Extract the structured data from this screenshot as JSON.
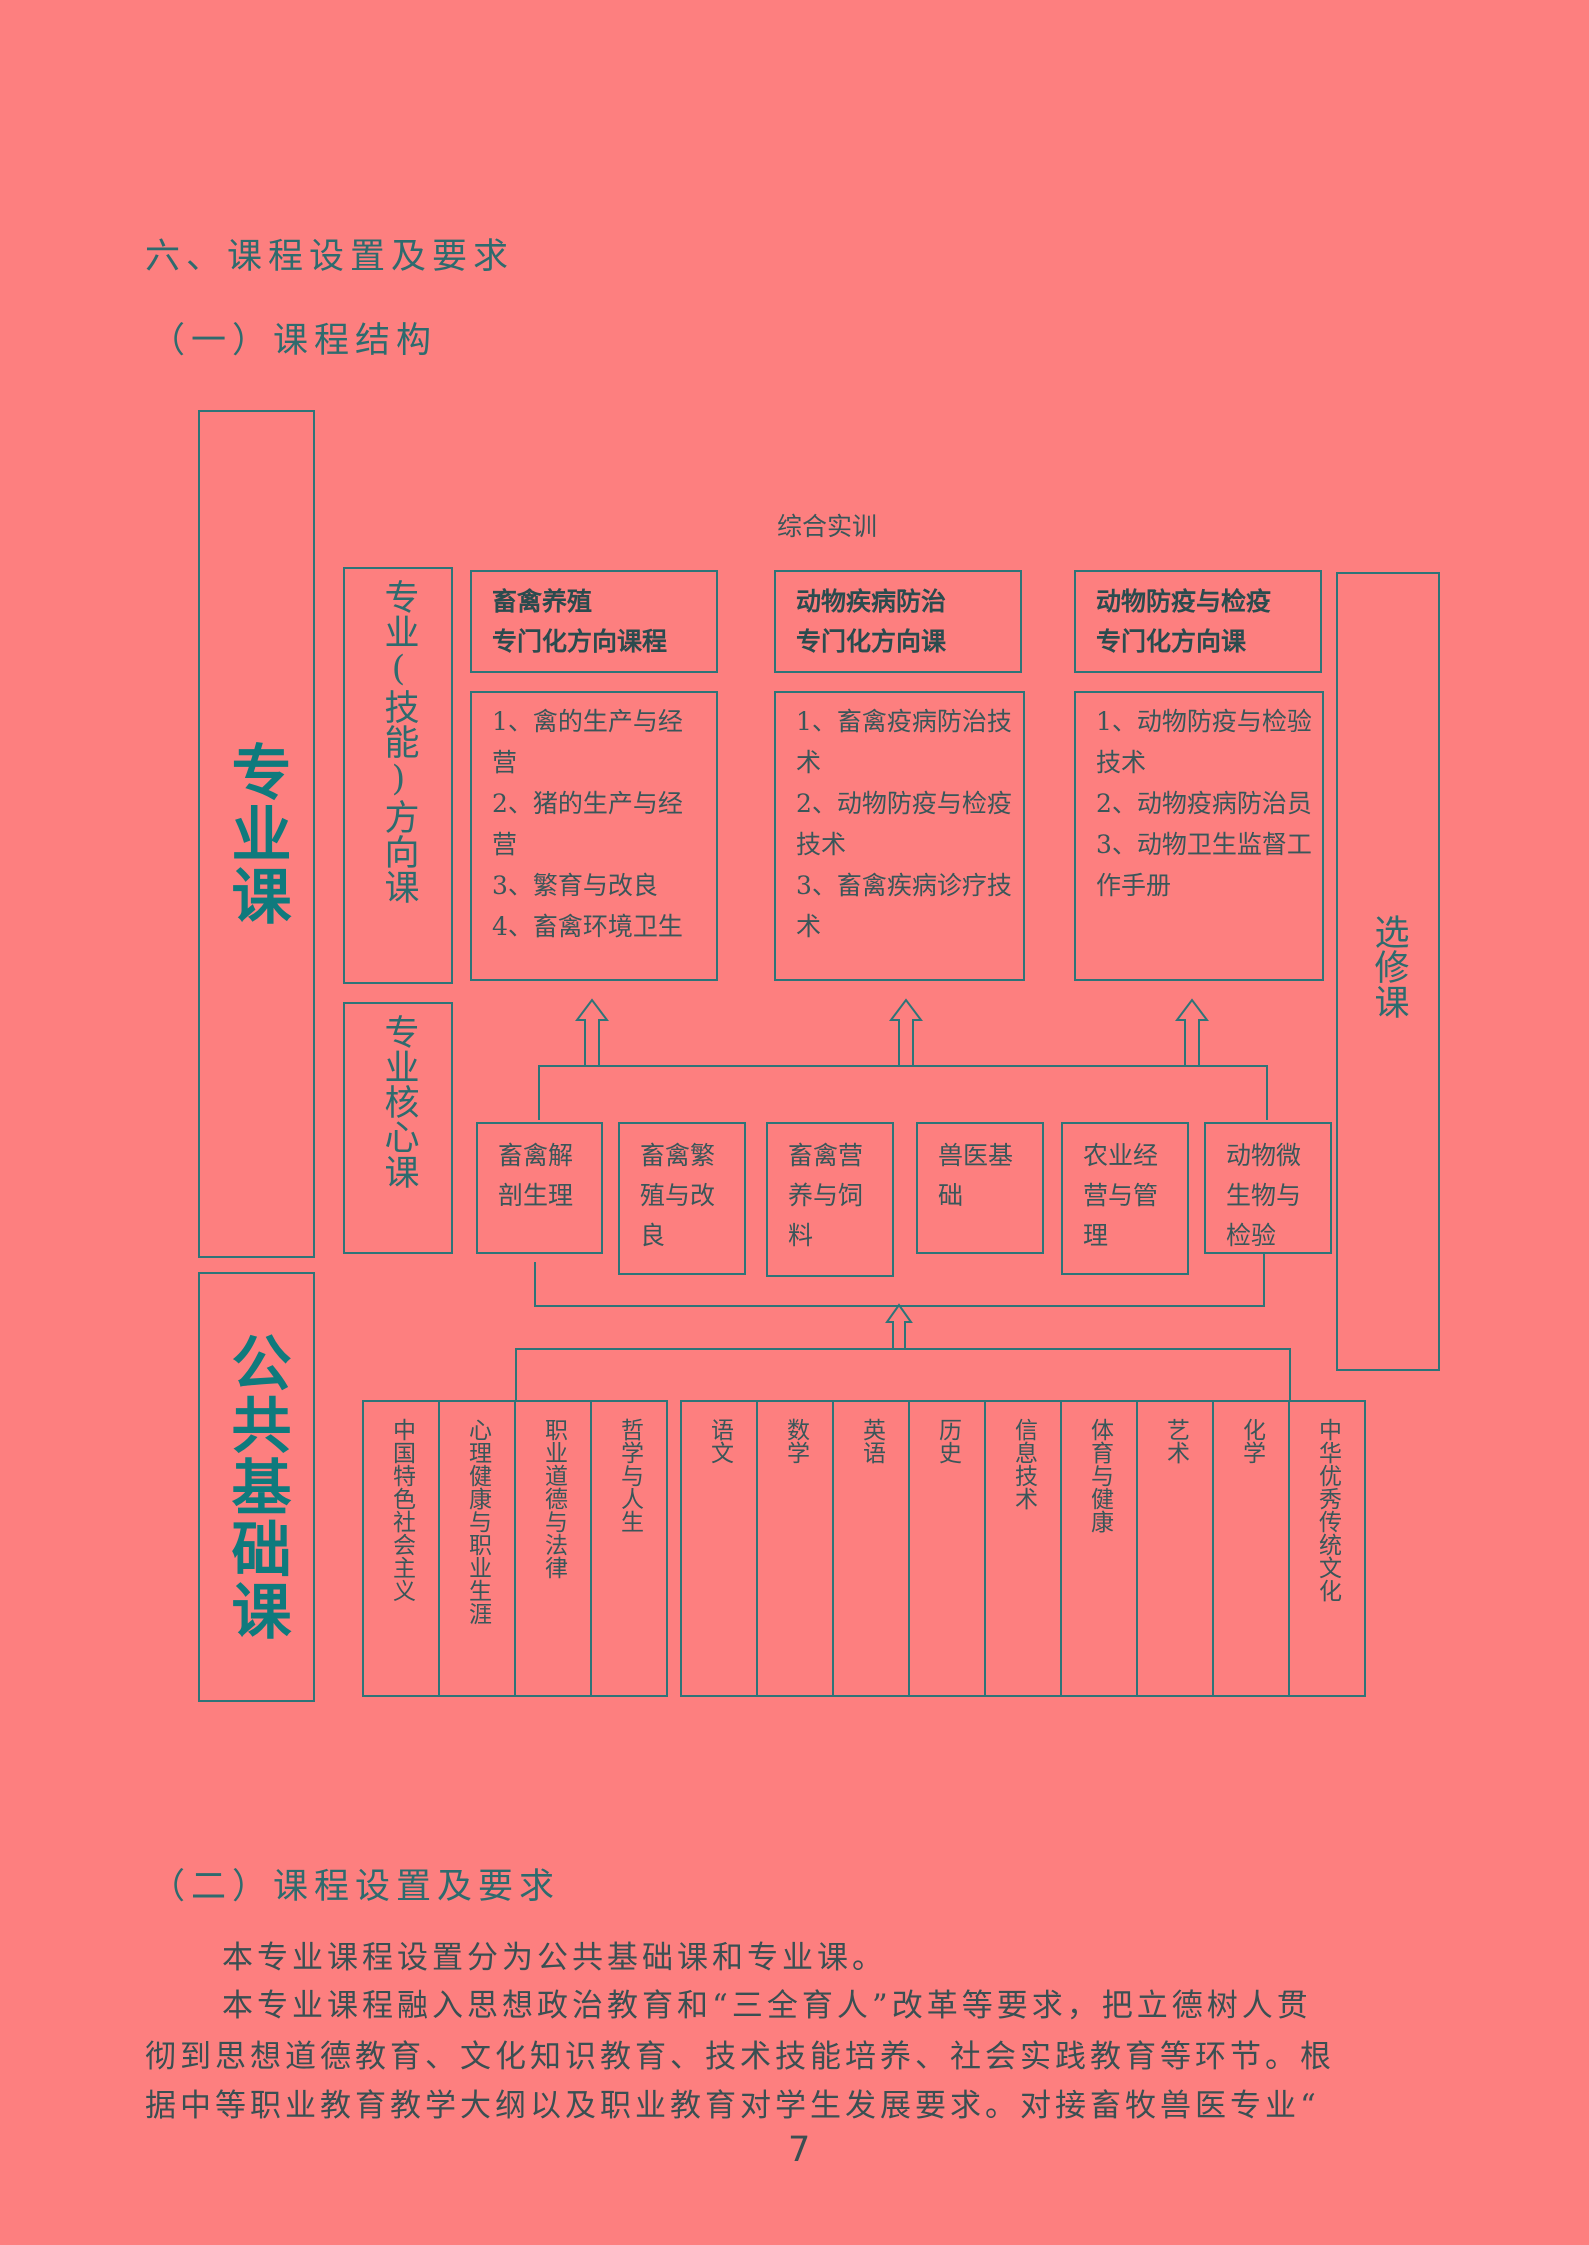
{
  "section_heading": "六、课程设置及要求",
  "sub1": "（一）课程结构",
  "diagram": {
    "professional_label": "专业课",
    "public_label": "公共基础课",
    "direction_label": "专业(技能)方向课",
    "core_label": "专业核心课",
    "elective_label": "选修课",
    "practice_label": "综合实训",
    "directions": [
      {
        "title1": "畜禽养殖",
        "title2": "专门化方向课程",
        "items": [
          "1、禽的生产与经营",
          "2、猪的生产与经营",
          "3、繁育与改良",
          "4、畜禽环境卫生"
        ]
      },
      {
        "title1": "动物疾病防治",
        "title2": "专门化方向课",
        "items": [
          "1、畜禽疫病防治技术",
          "2、动物防疫与检疫技术",
          "3、畜禽疾病诊疗技术"
        ]
      },
      {
        "title1": "动物防疫与检疫",
        "title2": "专门化方向课",
        "items": [
          "1、动物防疫与检验技术",
          "2、动物疫病防治员",
          "3、动物卫生监督工作手册"
        ]
      }
    ],
    "core_courses": [
      "畜禽解剖生理",
      "畜禽繁殖与改良",
      "畜禽营养与饲料",
      "兽医基础",
      "农业经营与管理",
      "动物微生物与检验"
    ],
    "public_courses": [
      "中国特色社会主义",
      "心理健康与职业生涯",
      "职业道德与法律",
      "哲学与人生",
      "语文",
      "数学",
      "英语",
      "历史",
      "信息技术",
      "体育与健康",
      "艺术",
      "化学",
      "中华优秀传统文化"
    ]
  },
  "sub2": "（二）课程设置及要求",
  "paragraphs": [
    "本专业课程设置分为公共基础课和专业课。",
    "本专业课程融入思想政治教育和“三全育人”改革等要求，把立德树人贯",
    "彻到思想道德教育、文化知识教育、技术技能培养、社会实践教育等环节。根",
    "据中等职业教育教学大纲以及职业教育对学生发展要求。对接畜牧兽医专业“"
  ],
  "page_number": "7"
}
